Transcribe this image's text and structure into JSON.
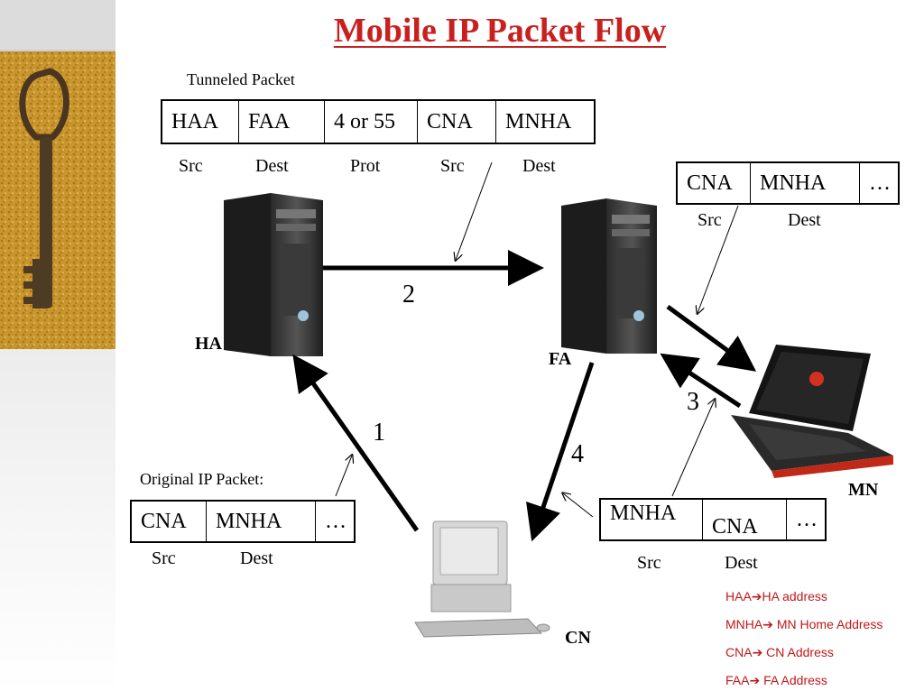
{
  "title": "Mobile IP Packet Flow",
  "tunneled_packet": {
    "caption": "Tunneled Packet",
    "fields": [
      "HAA",
      "FAA",
      "4 or 55",
      "CNA",
      "MNHA"
    ],
    "roles": [
      "Src",
      "Dest",
      "Prot",
      "Src",
      "Dest"
    ]
  },
  "original_packet": {
    "caption": "Original IP Packet:",
    "fields": [
      "CNA",
      "MNHA",
      "…"
    ],
    "roles": [
      "Src",
      "Dest"
    ]
  },
  "fa_to_mn_packet": {
    "fields": [
      "CNA",
      "MNHA",
      "…"
    ],
    "roles": [
      "Src",
      "Dest"
    ]
  },
  "mn_to_cn_packet": {
    "fields": [
      "MNHA",
      "CNA",
      "…"
    ],
    "roles": [
      "Src",
      "Dest"
    ]
  },
  "nodes": {
    "ha": "HA",
    "fa": "FA",
    "mn": "MN",
    "cn": "CN"
  },
  "steps": [
    "1",
    "2",
    "3",
    "4"
  ],
  "legend": [
    {
      "abbr": "HAA",
      "meaning": "HA address"
    },
    {
      "abbr": "MNHA",
      "meaning": " MN Home Address"
    },
    {
      "abbr": "CNA",
      "meaning": " CN Address"
    },
    {
      "abbr": "FAA",
      "meaning": " FA Address"
    }
  ],
  "colors": {
    "title": "#c8201e",
    "legend": "#c0181a"
  }
}
